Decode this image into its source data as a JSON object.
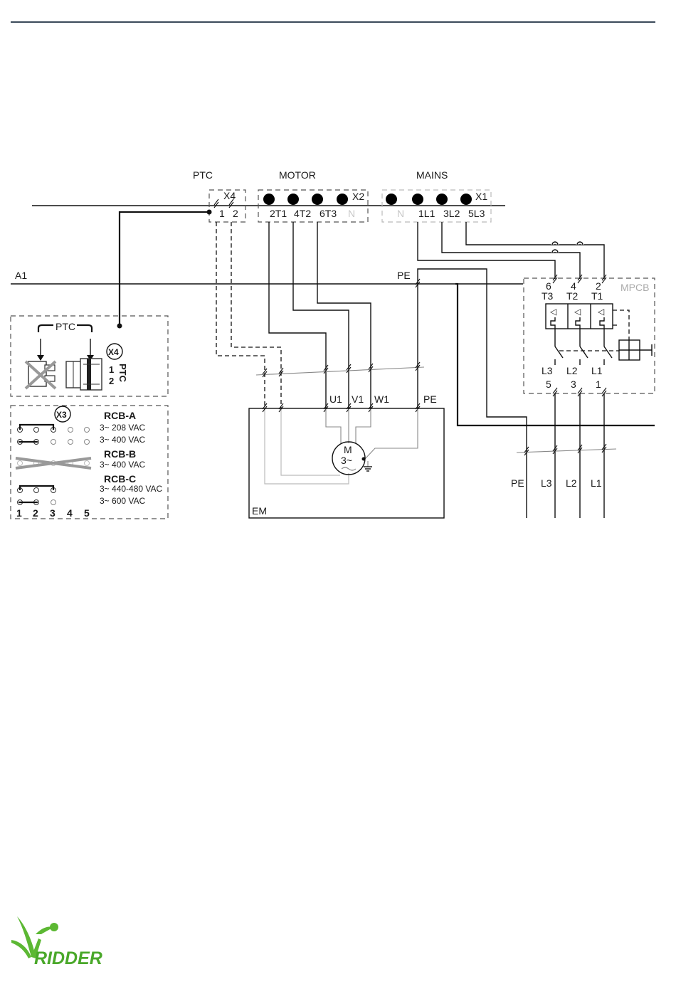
{
  "top_labels": {
    "ptc": "PTC",
    "motor": "MOTOR",
    "mains": "MAINS"
  },
  "terminal_blocks": {
    "x4": {
      "name": "X4",
      "terms": [
        "1",
        "2"
      ]
    },
    "x2": {
      "name": "X2",
      "terms": [
        "2T1",
        "4T2",
        "6T3",
        "N"
      ]
    },
    "x1": {
      "name": "X1",
      "terms": [
        "N",
        "1L1",
        "3L2",
        "5L3"
      ]
    }
  },
  "rails": {
    "a1": "A1",
    "pe_top": "PE"
  },
  "mpcb": {
    "name": "MPCB",
    "top_numbers": [
      "6",
      "4",
      "2"
    ],
    "top_terms": [
      "T3",
      "T2",
      "T1"
    ],
    "bottom_terms": [
      "L3",
      "L2",
      "L1"
    ],
    "bottom_numbers": [
      "5",
      "3",
      "1"
    ]
  },
  "motor": {
    "box_label": "EM",
    "terms": [
      "U1",
      "V1",
      "W1",
      "PE"
    ],
    "symbol_top": "M",
    "symbol_bottom": "3~"
  },
  "supply_labels": [
    "PE",
    "L3",
    "L2",
    "L1"
  ],
  "ptc_panel": {
    "title": "PTC",
    "badge": "X4",
    "pin1": "1",
    "pin2": "2",
    "side_label": "PTC"
  },
  "rcb_panel": {
    "badge": "X3",
    "groups": [
      {
        "name": "RCB-A",
        "lines": [
          "3~ 208 VAC",
          "3~ 400 VAC"
        ]
      },
      {
        "name": "RCB-B",
        "lines": [
          "3~ 400 VAC"
        ]
      },
      {
        "name": "RCB-C",
        "lines": [
          "3~ 440-480 VAC",
          "3~ 600 VAC"
        ]
      }
    ],
    "pins": [
      "1",
      "2",
      "3",
      "4",
      "5"
    ]
  },
  "logo": {
    "text": "RIDDER",
    "color": "#5cb833",
    "text_color": "#4aa82a"
  }
}
